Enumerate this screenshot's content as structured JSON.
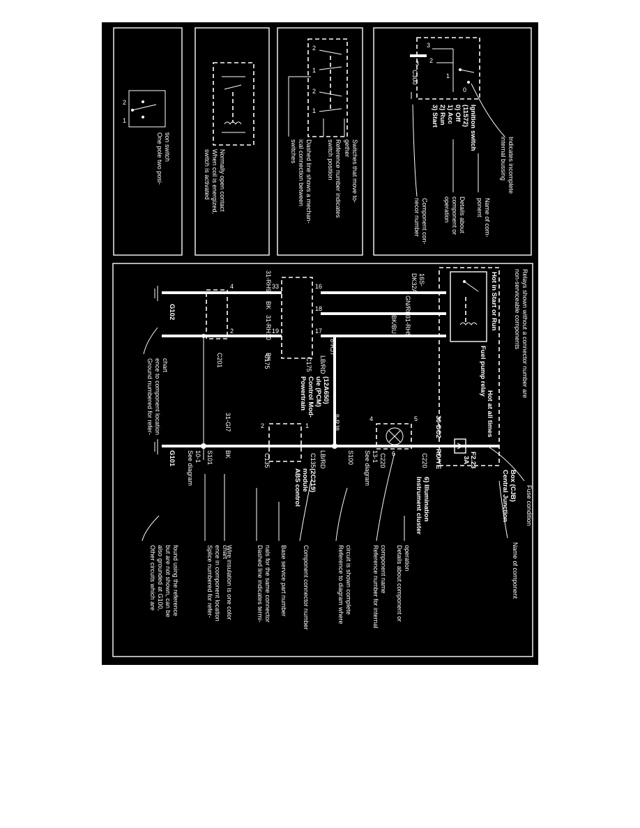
{
  "panel_switch_single": {
    "caption": [
      "One pole two posi-",
      "tion switch"
    ],
    "pins": [
      "2",
      "1"
    ]
  },
  "panel_relay": {
    "caption": [
      "Normally open contact",
      "When coil is energized,",
      "switch is activated"
    ]
  },
  "panel_ganged": {
    "caption1": [
      "Switches that move to-",
      "gether"
    ],
    "caption2": [
      "Reference number indicates",
      "switch position"
    ],
    "caption3": [
      "Dashed line shows a mechan-",
      "ical connection between",
      "switches"
    ],
    "pins": [
      "2",
      "1",
      "2",
      "1"
    ]
  },
  "panel_ignition": {
    "title": "Ignition switch",
    "part": "(11572)",
    "positions": [
      "0)  Off",
      "1)  Acc",
      "2)  Run",
      "3)  Start"
    ],
    "connector": "C300",
    "pin": "3",
    "contacts": [
      "3",
      "2",
      "1",
      "0"
    ],
    "note_bussing": [
      "Indicates incomplete",
      "internal bussing"
    ],
    "note_name": [
      "Name of com-",
      "ponent"
    ],
    "note_details": [
      "Details about",
      "component or",
      "operation"
    ],
    "note_connector": [
      "Component con-",
      "necor number"
    ]
  },
  "main": {
    "relay_note": [
      "Relays shown without a connector number are",
      "non-serviceable components"
    ],
    "hot_start_run": "Hot in Start or Run",
    "hot_all": "Hot at all times",
    "fuel_pump_relay": "Fuel pump relay",
    "circuit_165": [
      "16S-",
      "DK32A"
    ],
    "circuit_165_color": "GN/RD",
    "circuit_31rh5": "31-RH5",
    "circuit_31rh5_color": "BK/BU",
    "circuit_8rj7": "8-RJ7",
    "circuit_8rj7_color": "LB/RD",
    "pcm_pins_top": [
      "16",
      "18",
      "17"
    ],
    "pcm_pins_bottom": [
      "33",
      "19"
    ],
    "pcm_conn1": "C175",
    "pcm_conn2": "C175",
    "pcm_name": [
      "Powertrain",
      "Control Mod-",
      "ule (PCM)",
      "(12A650)"
    ],
    "circuit_31rh9": "31-RH9",
    "circuit_31rh9_color": "BK",
    "circuit_31rh10": "31-RH10",
    "circuit_31rh10_color": "BK",
    "c201_pins": [
      "4",
      "2"
    ],
    "c201": "C201",
    "g102": "G102",
    "g102_note": [
      "Ground numbered for refer-",
      "ence to component location",
      "chart"
    ],
    "circuit_30dc2": "30-DC2",
    "circuit_30dc2_color": "RD/YE",
    "fuse_id": "F2.23",
    "fuse_amp": "3A",
    "fuse_note": "Fuse condition",
    "cjb_name": [
      "Central Junction",
      "Box (CJB)"
    ],
    "name_of_component": "Name of component",
    "c220_top": "C220",
    "c220_bot": "C220",
    "c220_pins": [
      "5",
      "4",
      "6"
    ],
    "cluster_name": [
      "Instrument cluster",
      "6)  Illumination"
    ],
    "cluster_detail": [
      "Details about component or",
      "operation"
    ],
    "internal_ref": [
      "Reference number for internal",
      "component name"
    ],
    "circuit_8rj8": "8-RJ8",
    "circuit_8rj8_color": "LB/RD",
    "s100": "S100",
    "see_diagram_1": [
      "See diagram",
      "13-1"
    ],
    "diagram_ref_note": [
      "Reference to diagram where",
      "circuit is shown complete"
    ],
    "c135_top": "C135",
    "c135_bot": "C135",
    "abs_pins": [
      "1",
      "2"
    ],
    "abs_name": [
      "ABS control",
      "module",
      "(2C219)"
    ],
    "conn_num_note": "Component connector number",
    "base_part_note": "Base service part number",
    "circuit_31gi7": "31-GI7",
    "circuit_31gi7_color": "BK",
    "dashed_note": [
      "Dashed line indicates termi-",
      "nals for the same connector"
    ],
    "insulation_note": "Wire insulation is one color",
    "s101": "S101",
    "splice_note": [
      "Splice numbered for refer-",
      "ence in component location",
      "chart"
    ],
    "see_diagram_2": [
      "See diagram",
      "10-1"
    ],
    "g101": "G101",
    "other_circuits": [
      "Other circuits which are",
      "also grounded at G100,",
      "but are not shown, can be",
      "found using the reference"
    ]
  }
}
